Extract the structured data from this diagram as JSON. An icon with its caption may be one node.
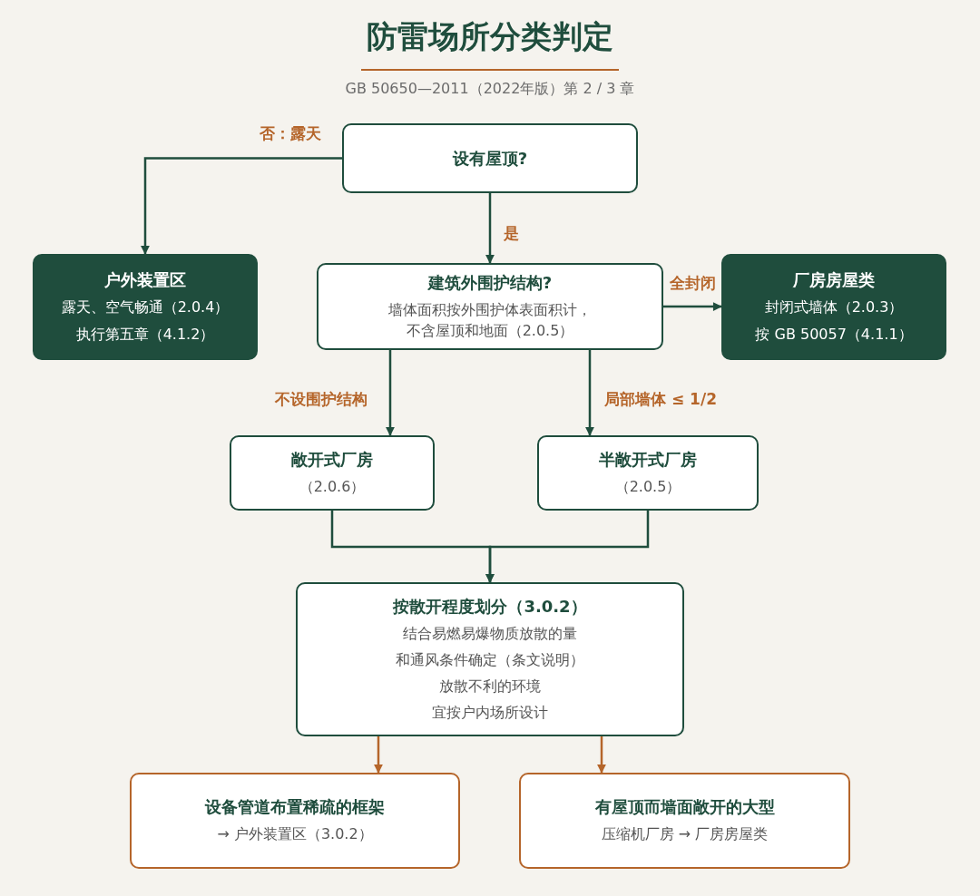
{
  "diagram": {
    "title": "防雷场所分类判定",
    "nodes": [
      {
        "text": [
          "设有屋顶?"
        ]
      },
      {
        "text": [
          "户外装置区",
          "露天、空气畅通（2.0.4）",
          "执行第五章（4.1.2）"
        ]
      },
      {
        "text": [
          "建筑外围护结构?",
          "墙体面积按外围护体表面积计，不含屋顶和地面（2.0.5）"
        ]
      },
      {
        "text": [
          "厂房房屋类",
          "封闭式墙体（2.0.3）",
          "按 GB 50057（4.1.1）"
        ]
      },
      {
        "text": [
          "敞开式厂房",
          "（2.0.6）"
        ]
      },
      {
        "text": [
          "半敞开式厂房",
          "（2.0.5）"
        ]
      },
      {
        "text": [
          "按散开程度划分（3.0.2）",
          "结合易燃易爆物质放散的量",
          "和通风条件确定（条文说明）",
          "放散不利的环境",
          "宜按户内场所设计"
        ]
      },
      {
        "text": [
          "设备管道布置稀疏的框架",
          "→ 户外装置区（3.0.2）"
        ]
      },
      {
        "text": [
          "有屋顶而墙面敞开的大型",
          "压缩机厂房 → 厂房房屋类"
        ]
      }
    ],
    "edges": [
      {
        "from": 0,
        "to": 1,
        "arrow": "to",
        "label": "否：露天"
      },
      {
        "from": 0,
        "to": 2,
        "arrow": "to",
        "label": "是"
      },
      {
        "from": 2,
        "to": 3,
        "arrow": "to",
        "label": "全封闭"
      },
      {
        "from": 2,
        "to": 4,
        "arrow": "to",
        "label": "不设围护结构"
      },
      {
        "from": 2,
        "to": 5,
        "arrow": "to",
        "label": "局部墙体 ≤ 1/2"
      },
      {
        "from": 4,
        "to": 6,
        "arrow": "to"
      },
      {
        "from": 5,
        "to": 6,
        "arrow": "to"
      },
      {
        "from": 6,
        "to": 7,
        "arrow": "to",
        "color": "#b5652a"
      },
      {
        "from": 6,
        "to": 8,
        "arrow": "to",
        "color": "#b5652a"
      }
    ],
    "labels": [
      "GB 50650—2011（2022年版）第 2 / 3 章"
    ]
  }
}
